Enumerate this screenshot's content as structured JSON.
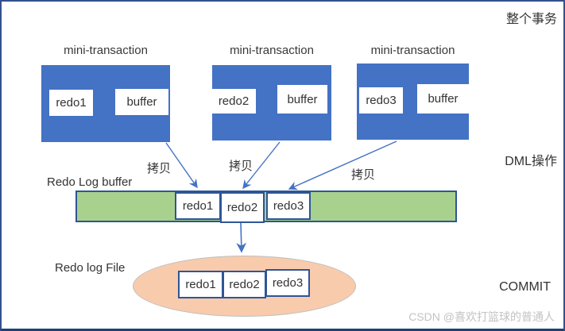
{
  "frame": {
    "top_right_label": "整个事务",
    "mid_right_label": "DML操作",
    "bottom_right_label": "COMMIT"
  },
  "mini_transactions": [
    {
      "title": "mini-transaction",
      "source": "redo1",
      "target": "buffer"
    },
    {
      "title": "mini-transaction",
      "source": "redo2",
      "target": "buffer"
    },
    {
      "title": "mini-transaction",
      "source": "redo3",
      "target": "buffer"
    }
  ],
  "copy_labels": [
    "拷贝",
    "拷贝",
    "拷贝"
  ],
  "redo_log_buffer": {
    "label": "Redo Log buffer",
    "entries": [
      "redo1",
      "redo2",
      "redo3"
    ]
  },
  "redo_log_file": {
    "label": "Redo log File",
    "entries": [
      "redo1",
      "redo2",
      "redo3"
    ]
  },
  "watermark": "CSDN @喜欢打篮球的普通人",
  "colors": {
    "mini_transaction_fill": "#4472c4",
    "log_buffer_fill": "#a9d18e",
    "log_file_fill": "#f8cbad",
    "box_border": "#2e5597",
    "copy_arrow": "#4472c4",
    "redo_arrow": "#ff0000",
    "frame_border": "#33508f",
    "watermark_color": "#c3c3c3"
  }
}
